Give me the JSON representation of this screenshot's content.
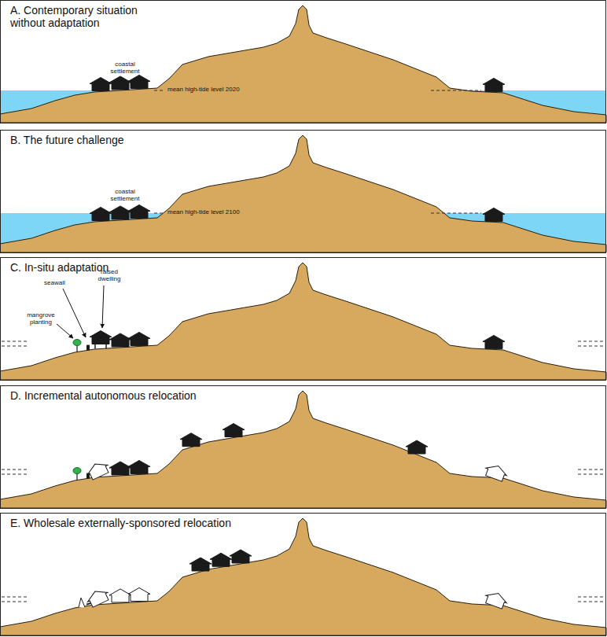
{
  "diagram": {
    "nodes": [
      {
        "text": [
          "A. Contemporary situation without adaptation"
        ]
      },
      {
        "text": [
          "B. The future challenge"
        ]
      },
      {
        "text": [
          "C. In-situ adaptation"
        ]
      },
      {
        "text": [
          "D. Incremental autonomous relocation"
        ]
      },
      {
        "text": [
          "E. Wholesale externally-sponsored relocation"
        ]
      }
    ],
    "labels": [
      "coastal settlement",
      "mean high-tide level 2020",
      "coastal settlement",
      "mean high-tide level 2100",
      "seawall",
      "raised dwelling",
      "mangrove planting"
    ]
  }
}
